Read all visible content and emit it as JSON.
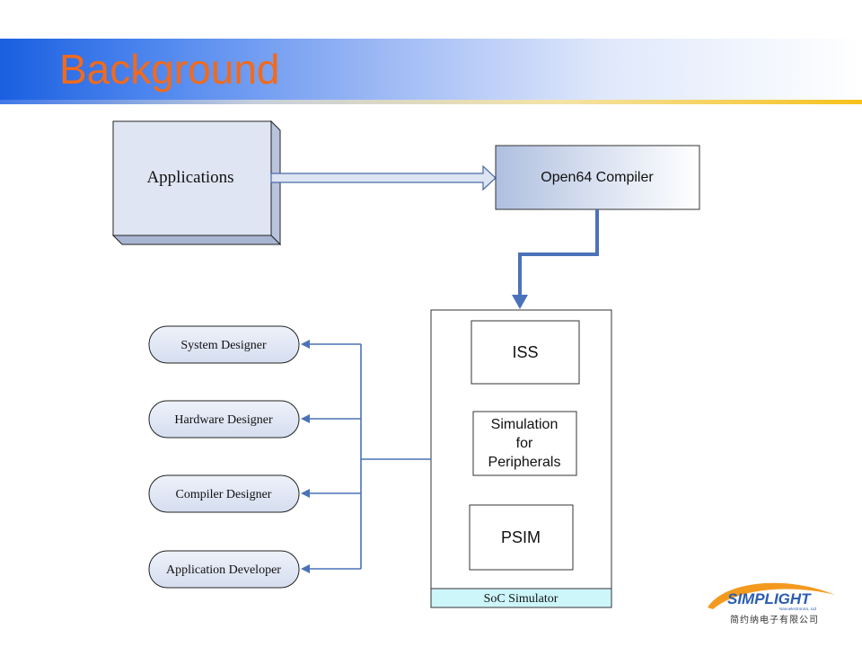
{
  "slide": {
    "title": "Background"
  },
  "diagram": {
    "applications": "Applications",
    "compiler": "Open64 Compiler",
    "iss": "ISS",
    "sim_peripherals_lines": [
      "Simulation",
      "for",
      "Peripherals"
    ],
    "psim": "PSIM",
    "soc_label": "SoC Simulator",
    "roles": [
      "System Designer",
      "Hardware Designer",
      "Compiler Designer",
      "Application Developer"
    ]
  },
  "logo": {
    "brand": "SIMPLIGHT",
    "tagline": "Nanoelectronics, Ltd",
    "chinese": "简约纳电子有限公司"
  },
  "colors": {
    "title_text": "#f26a1b",
    "connector": "#4a72b8",
    "box_fill": "#dde4f2",
    "logo_orange": "#f39a1e",
    "logo_blue": "#2a5db0",
    "soc_label_bg": "#cdf6fb"
  }
}
